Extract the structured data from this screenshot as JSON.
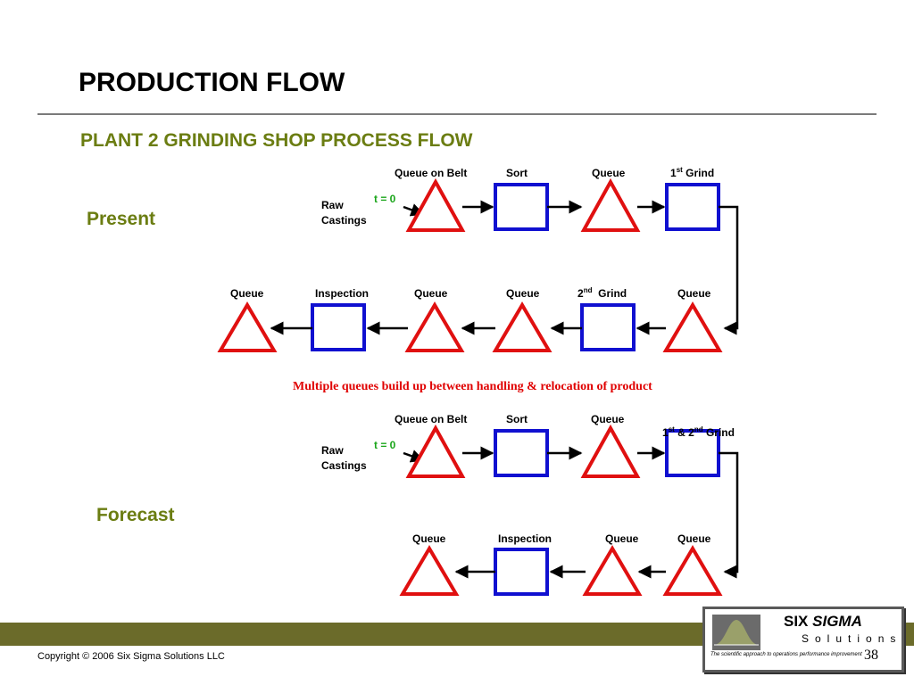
{
  "title": "PRODUCTION FLOW",
  "subtitle": "PLANT 2 GRINDING SHOP PROCESS FLOW",
  "present": {
    "label": "Present",
    "raw_line1": "Raw",
    "raw_line2": "Castings",
    "t_zero": "t = 0",
    "top_row": [
      "Queue on Belt",
      "Sort",
      "Queue",
      "Grind"
    ],
    "bottom_row": [
      "Queue",
      "Inspection",
      "Queue",
      "Queue",
      "Grind",
      "Queue"
    ],
    "first_prefix": "1",
    "first_sup": "st",
    "second_prefix": "2",
    "second_sup": "nd"
  },
  "note": "Multiple queues build up between handling & relocation of product",
  "forecast": {
    "label": "Forecast",
    "raw_line1": "Raw",
    "raw_line2": "Castings",
    "t_zero": "t = 0",
    "top_row": [
      "Queue on Belt",
      "Sort",
      "Queue",
      "Grind"
    ],
    "bottom_row": [
      "Queue",
      "Inspection",
      "Queue",
      "Queue"
    ],
    "grind_first": "1",
    "grind_first_sup": "st",
    "grind_amp": " & 2",
    "grind_second_sup": "nd"
  },
  "footer": {
    "copyright": "Copyright © 2006 Six Sigma Solutions LLC",
    "page": "38"
  },
  "logo": {
    "six": "SIX",
    "sigma": "SIGMA",
    "solutions": "Solutions",
    "tagline": "The scientific approach to operations performance improvement"
  },
  "colors": {
    "queue_red": "#e01010",
    "process_blue": "#1010d0",
    "heading_olive": "#6b7d12",
    "tzero_green": "#1aa51a",
    "footer_band": "#6b6b2a"
  }
}
